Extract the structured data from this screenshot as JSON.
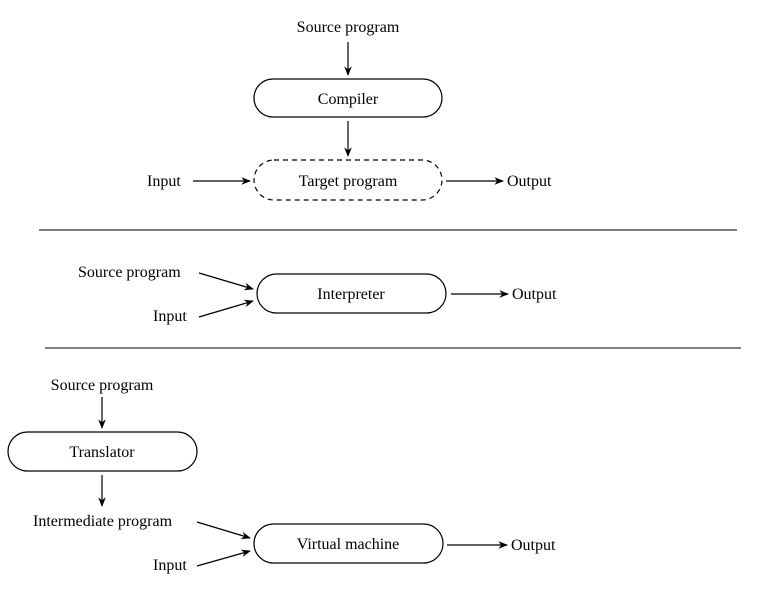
{
  "compiler_section": {
    "source_label": "Source program",
    "compiler_label": "Compiler",
    "input_label": "Input",
    "target_label": "Target program",
    "output_label": "Output"
  },
  "interpreter_section": {
    "source_label": "Source program",
    "input_label": "Input",
    "interpreter_label": "Interpreter",
    "output_label": "Output"
  },
  "vm_section": {
    "source_label": "Source program",
    "translator_label": "Translator",
    "intermediate_label": "Intermediate program",
    "input_label": "Input",
    "vm_label": "Virtual machine",
    "output_label": "Output"
  }
}
